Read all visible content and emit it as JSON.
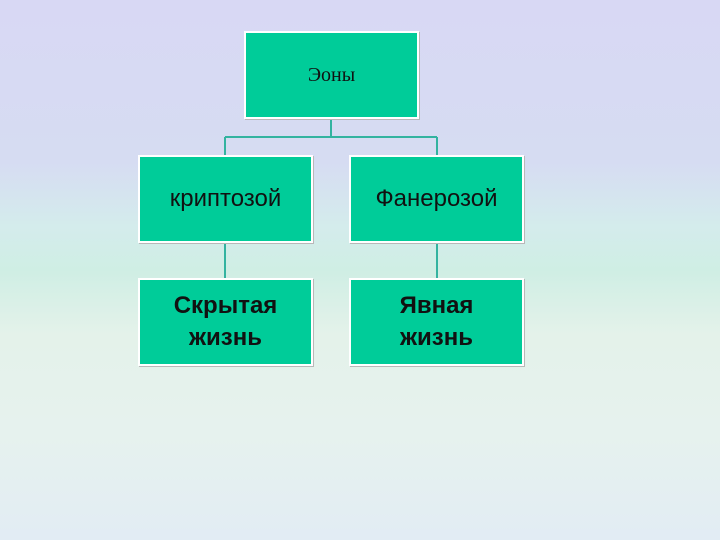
{
  "diagram": {
    "root": {
      "label": "Эоны"
    },
    "branches": [
      {
        "label": "криптозой",
        "child": {
          "line1": "Скрытая",
          "line2": "жизнь"
        }
      },
      {
        "label": "Фанерозой",
        "child": {
          "line1": "Явная",
          "line2": "жизнь"
        }
      }
    ]
  },
  "colors": {
    "node_fill": "#00cc99",
    "node_border": "#ffffff",
    "connector": "#33b3a0"
  }
}
